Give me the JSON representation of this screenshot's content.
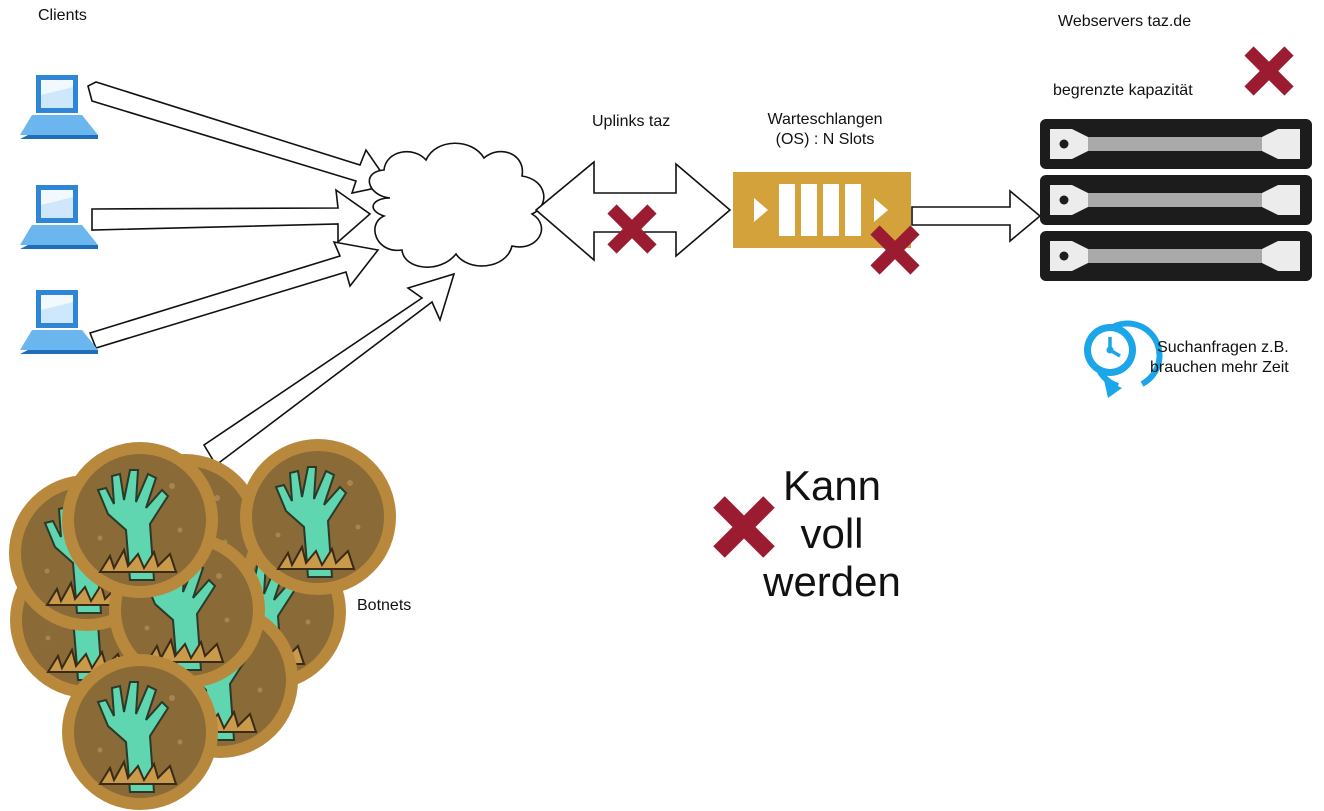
{
  "labels": {
    "clients": "Clients",
    "uplinks": "Uplinks taz",
    "queue_line1": "Warteschlangen",
    "queue_line2": "(OS) : N Slots",
    "webservers": "Webservers taz.de",
    "capacity": "begrenzte kapazität",
    "search_line1": "Suchanfragen  z.B.",
    "search_line2": "brauchen mehr Zeit",
    "botnets": "Botnets",
    "big_line1": "Kann",
    "big_line2": "voll",
    "big_line3": "werden"
  },
  "colors": {
    "cross": "#9b1b30",
    "queue": "#d4a23a",
    "server_body": "#1c1c1c",
    "server_bar": "#a9a9a9",
    "laptop": "#2f86d6",
    "clock": "#1aa6e8",
    "zombie_bg": "#8a6a36",
    "zombie_ring": "#b8893c",
    "zombie_hand": "#5fd6b0"
  },
  "icons": [
    "laptop-icon",
    "cloud-icon",
    "queue-icon",
    "server-icon",
    "clock-icon",
    "zombie-icon",
    "cross-icon"
  ]
}
